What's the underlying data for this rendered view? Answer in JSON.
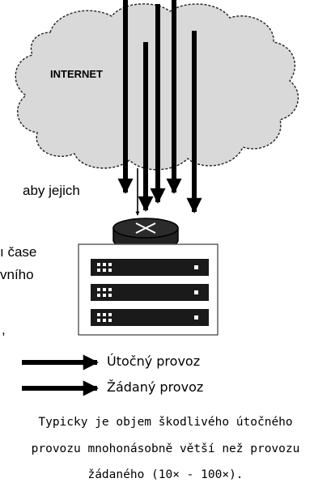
{
  "diagram": {
    "cloud_label": "INTERNET",
    "left_text_fragments": [
      "aby jejich",
      "ı čase",
      "vního",
      ","
    ],
    "legend": [
      {
        "label": "Útočný provoz"
      },
      {
        "label": "Žádaný provoz"
      }
    ],
    "caption": [
      "Typicky je objem škodlivého útočného",
      "provozu mnohonásobně větší než provozu",
      "žádaného (10× - 100×)."
    ]
  }
}
